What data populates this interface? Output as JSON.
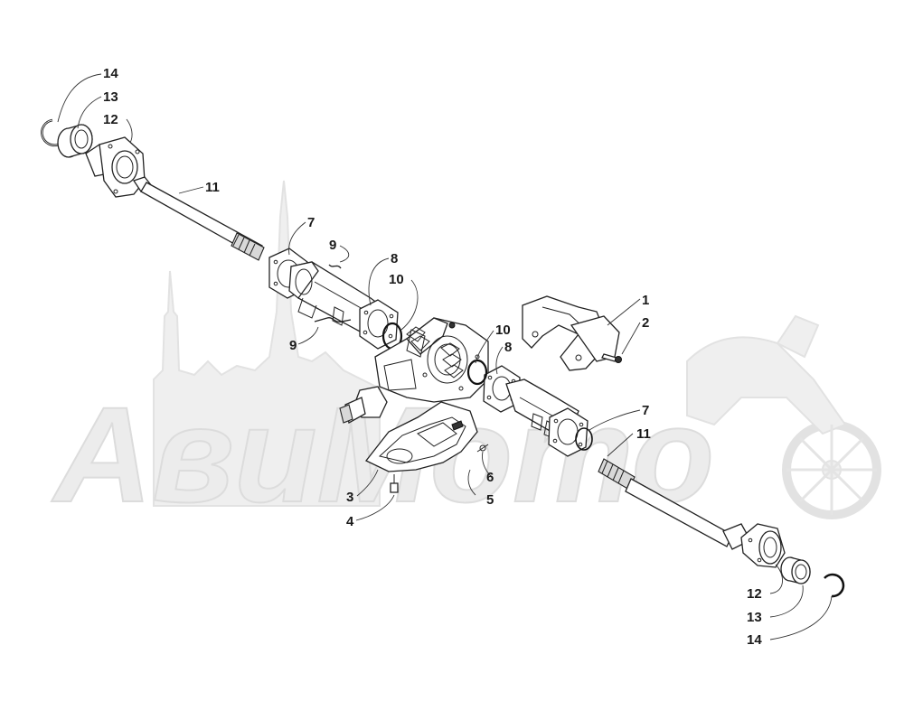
{
  "watermark": {
    "text": "АвиМото"
  },
  "callouts": [
    {
      "id": "c14a",
      "text": "14"
    },
    {
      "id": "c13a",
      "text": "13"
    },
    {
      "id": "c12a",
      "text": "12"
    },
    {
      "id": "c11a",
      "text": "11"
    },
    {
      "id": "c7a",
      "text": "7"
    },
    {
      "id": "c9a",
      "text": "9"
    },
    {
      "id": "c8a",
      "text": "8"
    },
    {
      "id": "c10a",
      "text": "10"
    },
    {
      "id": "c9b",
      "text": "9"
    },
    {
      "id": "c1",
      "text": "1"
    },
    {
      "id": "c2",
      "text": "2"
    },
    {
      "id": "c10b",
      "text": "10"
    },
    {
      "id": "c8b",
      "text": "8"
    },
    {
      "id": "c7b",
      "text": "7"
    },
    {
      "id": "c11b",
      "text": "11"
    },
    {
      "id": "c6",
      "text": "6"
    },
    {
      "id": "c5",
      "text": "5"
    },
    {
      "id": "c3",
      "text": "3"
    },
    {
      "id": "c4",
      "text": "4"
    },
    {
      "id": "c12b",
      "text": "12"
    },
    {
      "id": "c13b",
      "text": "13"
    },
    {
      "id": "c14b",
      "text": "14"
    }
  ]
}
